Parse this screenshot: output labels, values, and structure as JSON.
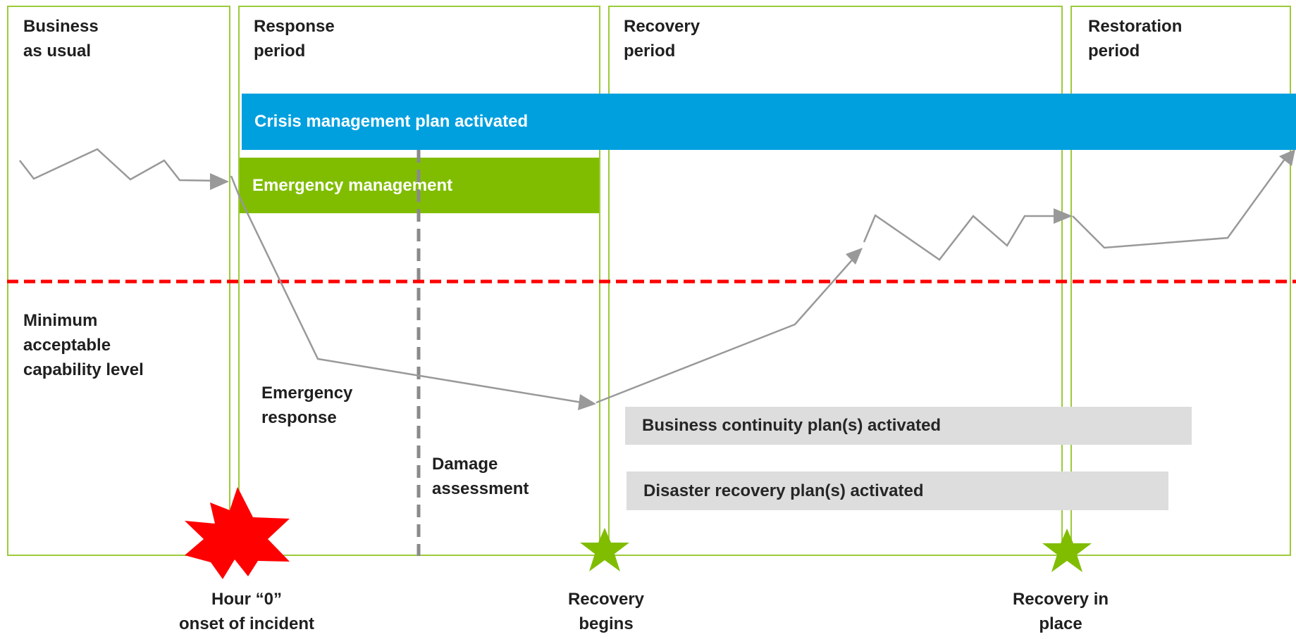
{
  "phases": [
    {
      "title": "Business\nas usual"
    },
    {
      "title": "Response\nperiod"
    },
    {
      "title": "Recovery\nperiod"
    },
    {
      "title": "Restoration\nperiod"
    }
  ],
  "bars": {
    "crisis": "Crisis management plan activated",
    "emergency": "Emergency management",
    "bcp": "Business continuity plan(s) activated",
    "drp": "Disaster recovery plan(s) activated"
  },
  "annotations": {
    "minimum_level": "Minimum\nacceptable\ncapability level",
    "emergency_response": "Emergency\nresponse",
    "damage_assessment": "Damage\nassessment"
  },
  "milestones": {
    "hour_zero": "Hour “0”\nonset of incident",
    "recovery_begins": "Recovery\nbegins",
    "recovery_in_place": "Recovery in\nplace"
  },
  "colors": {
    "phase_border": "#9ccb3a",
    "crisis_bar": "#00a0df",
    "emergency_bar": "#80bd01",
    "plan_bar": "#dddddd",
    "threshold_line": "#ff0000",
    "star": "#80bd01",
    "burst": "#ff0000",
    "capability_line": "#999999"
  }
}
